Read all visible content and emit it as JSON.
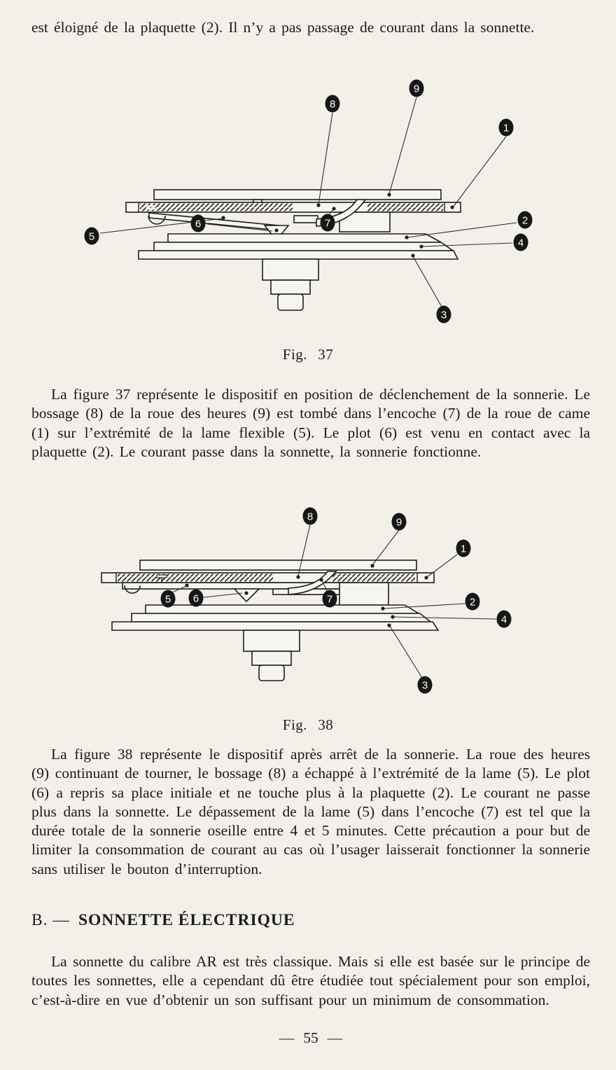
{
  "page": {
    "background": "#f2f0e9",
    "ink": "#1b1b1b",
    "number": "— 55 —"
  },
  "intro": "est éloigné de la plaquette (2). Il n’y a pas passage de courant dans la sonnette.",
  "fig37": {
    "caption": "Fig. 37",
    "callouts": [
      "8",
      "9",
      "1",
      "2",
      "4",
      "3",
      "5",
      "6",
      "7"
    ],
    "paragraph": "La figure 37 représente le dispositif en position de déclenchement de la sonnerie. Le bossage (8) de la roue des heures (9) est tombé dans l’encoche (7) de la roue de came (1) sur l’extrémité de la lame flexible (5). Le plot (6) est venu en contact avec la plaquette (2). Le courant passe dans la sonnette, la sonnerie fonctionne."
  },
  "fig38": {
    "caption": "Fig. 38",
    "callouts": [
      "8",
      "9",
      "1",
      "2",
      "4",
      "3",
      "5",
      "6",
      "7"
    ],
    "paragraph": "La figure 38 représente le dispositif après arrêt de la sonnerie. La roue des heures (9) continuant de tourner, le bossage (8) a échappé à l’extrémité de la lame (5). Le plot (6) a repris sa place initiale et ne touche plus à la plaquette (2). Le courant ne passe plus dans la sonnette. Le dépassement de la lame (5) dans l’encoche (7) est tel que la durée totale de la sonnerie oseille entre 4 et 5 minutes. Cette précaution a pour but de limiter la consommation de courant au cas où l’usager laisserait fonctionner la sonnerie sans utiliser le bouton d’interruption."
  },
  "sectionB": {
    "prefix": "B. —",
    "title": "SONNETTE ÉLECTRIQUE",
    "paragraph": "La sonnette du calibre AR est très classique. Mais si elle est basée sur le principe de toutes les sonnettes, elle a cependant dû être étudiée tout spécialement pour son emploi, c’est-à-dire en vue d’obtenir un son suffisant pour un minimum de consommation."
  }
}
